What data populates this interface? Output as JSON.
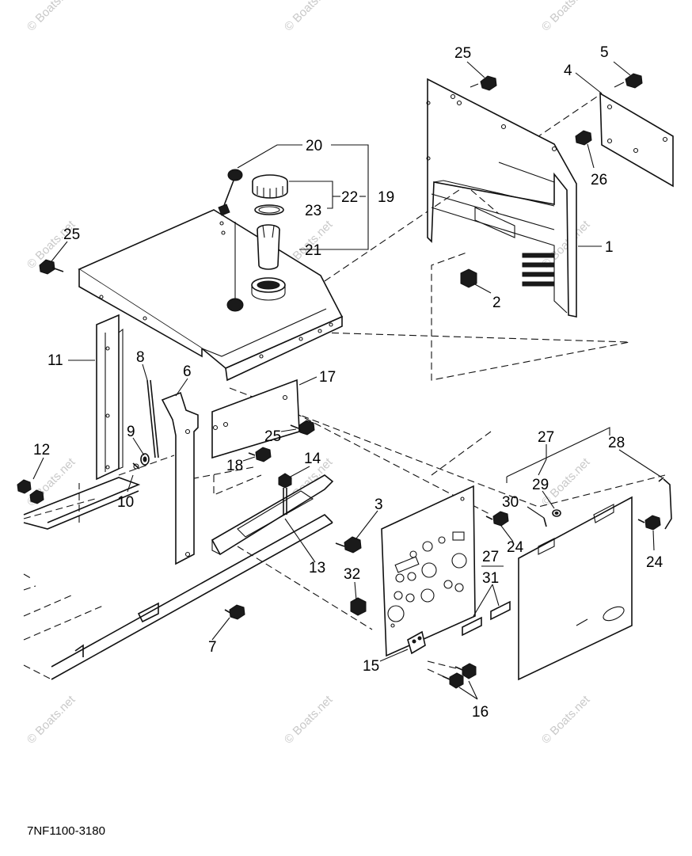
{
  "diagram_code": "7NF1100-3180",
  "watermark": "© Boats.net",
  "labels": {
    "p1": "1",
    "p2": "2",
    "p3": "3",
    "p4": "4",
    "p5": "5",
    "p6": "6",
    "p7": "7",
    "p8": "8",
    "p9": "9",
    "p10": "10",
    "p11": "11",
    "p12": "12",
    "p13": "13",
    "p14": "14",
    "p15": "15",
    "p16": "16",
    "p17": "17",
    "p18": "18",
    "p19": "19",
    "p20": "20",
    "p21": "21",
    "p22": "22",
    "p23": "23",
    "p24a": "24",
    "p24b": "24",
    "p25a": "25",
    "p25b": "25",
    "p25c": "25",
    "p26": "26",
    "p27a": "27",
    "p27b": "27",
    "p28": "28",
    "p29": "29",
    "p30": "30",
    "p31": "31",
    "p32": "32"
  }
}
